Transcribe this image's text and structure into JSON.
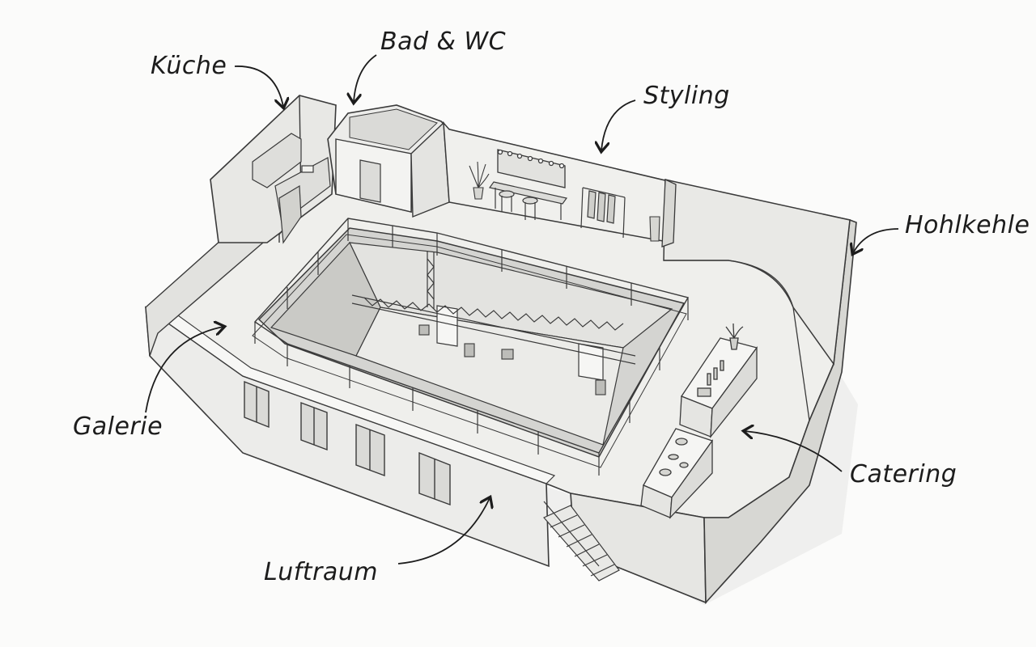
{
  "labels": {
    "kueche": "Küche",
    "bad_wc": "Bad & WC",
    "styling": "Styling",
    "hohlkehle": "Hohlkehle",
    "galerie": "Galerie",
    "catering": "Catering",
    "luftraum": "Luftraum"
  },
  "colors": {
    "ink": "#1c1c1c",
    "line": "#3a3a3a",
    "wall_light": "#f1f1ef",
    "wall_mid": "#e4e4e1",
    "wall_dark": "#cfcfcb",
    "floor": "#ecece9",
    "pit": "#d6d6d3",
    "pit_floor": "#e9e9e6"
  }
}
